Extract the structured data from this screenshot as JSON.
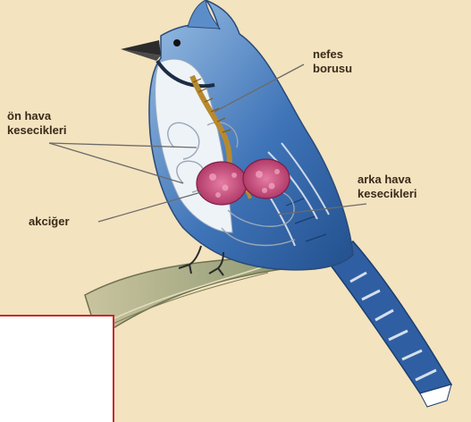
{
  "labels": {
    "nefes_borusu": [
      "nefes",
      "borusu"
    ],
    "on_hava_kesecikleri": [
      "ön hava",
      "kesecikleri"
    ],
    "arka_hava_kesecikleri": [
      "arka hava",
      "kesecikleri"
    ],
    "akciger": "akciğer"
  },
  "colors": {
    "background": "#f3e3bf",
    "bird_blue": "#3f74b8",
    "lung": "#c9477a",
    "trachea": "#b8892e",
    "note_border": "#d0252b"
  }
}
